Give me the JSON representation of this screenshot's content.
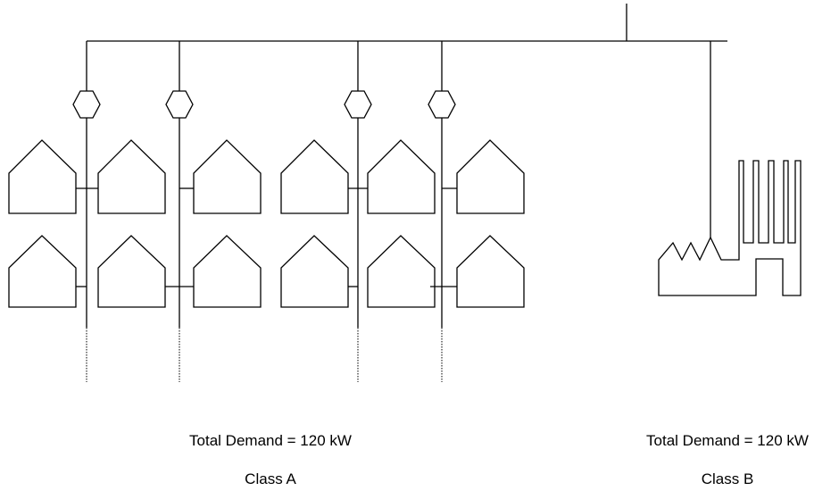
{
  "colors": {
    "line": "#000000",
    "background": "#ffffff"
  },
  "class_a": {
    "demand_label": "Total Demand = 120 kW",
    "class_label": "Class A"
  },
  "class_b": {
    "demand_label": "Total Demand = 120 kW",
    "class_label": "Class B"
  }
}
